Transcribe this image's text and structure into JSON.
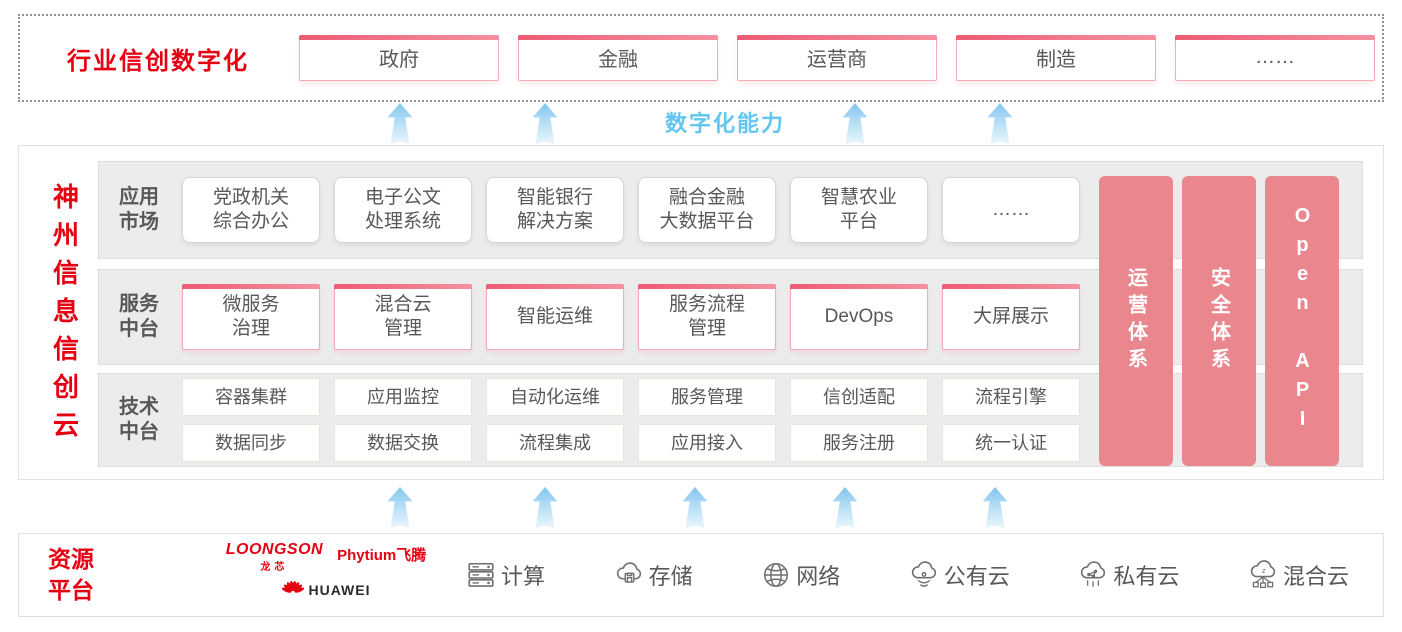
{
  "top_section": {
    "title": "行业信创数字化",
    "industries": [
      {
        "label": "政府"
      },
      {
        "label": "金融"
      },
      {
        "label": "运营商"
      },
      {
        "label": "制造"
      },
      {
        "label": "……"
      }
    ]
  },
  "capability_banner": {
    "label": "数字化能力"
  },
  "platform": {
    "title": "神州信息信创云",
    "app_row": {
      "label": "应用\n市场",
      "items": [
        {
          "label": "党政机关\n综合办公"
        },
        {
          "label": "电子公文\n处理系统"
        },
        {
          "label": "智能银行\n解决方案"
        },
        {
          "label": "融合金融\n大数据平台"
        },
        {
          "label": "智慧农业\n平台"
        },
        {
          "label": "……"
        }
      ]
    },
    "service_row": {
      "label": "服务\n中台",
      "items": [
        {
          "label": "微服务\n治理"
        },
        {
          "label": "混合云\n管理"
        },
        {
          "label": "智能运维"
        },
        {
          "label": "服务流程\n管理"
        },
        {
          "label": "DevOps"
        },
        {
          "label": "大屏展示"
        }
      ]
    },
    "tech_row": {
      "label": "技术\n中台",
      "items_top": [
        {
          "label": "容器集群"
        },
        {
          "label": "应用监控"
        },
        {
          "label": "自动化运维"
        },
        {
          "label": "服务管理"
        },
        {
          "label": "信创适配"
        },
        {
          "label": "流程引擎"
        }
      ],
      "items_bottom": [
        {
          "label": "数据同步"
        },
        {
          "label": "数据交换"
        },
        {
          "label": "流程集成"
        },
        {
          "label": "应用接入"
        },
        {
          "label": "服务注册"
        },
        {
          "label": "统一认证"
        }
      ]
    },
    "pillars": [
      {
        "label": "运营体系"
      },
      {
        "label": "安全体系"
      },
      {
        "label": "Open API"
      }
    ]
  },
  "resource_platform": {
    "title": "资源\n平台",
    "vendors": [
      {
        "name": "LOONGSON",
        "sub": "龙芯"
      },
      {
        "name": "Phytium飞腾"
      },
      {
        "name": "HUAWEI"
      }
    ],
    "resources": [
      {
        "icon": "server-icon",
        "label": "计算"
      },
      {
        "icon": "storage-cloud-icon",
        "label": "存储"
      },
      {
        "icon": "network-globe-icon",
        "label": "网络"
      },
      {
        "icon": "public-cloud-icon",
        "label": "公有云"
      },
      {
        "icon": "private-cloud-icon",
        "label": "私有云"
      },
      {
        "icon": "hybrid-cloud-icon",
        "label": "混合云"
      }
    ]
  },
  "colors": {
    "accent_red": "#e60012",
    "pillar_pink": "#e9868e",
    "capability_blue": "#62c6f0",
    "box_border_pink": "#f3abb8",
    "text_dark": "#595757"
  }
}
